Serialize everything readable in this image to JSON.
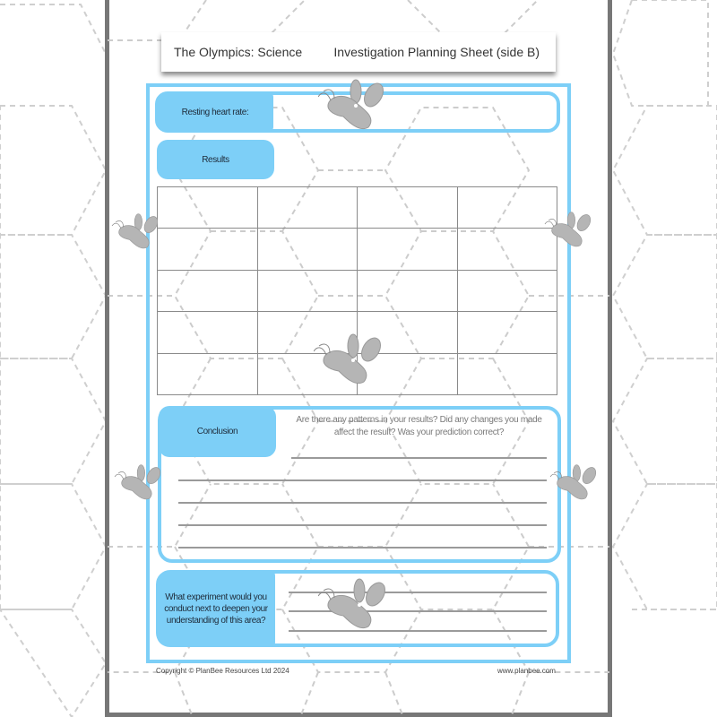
{
  "header": {
    "title_left": "The Olympics: Science",
    "title_right": "Investigation Planning Sheet (side B)"
  },
  "sections": {
    "resting_heart_rate": {
      "label": "Resting heart rate:",
      "value": ""
    },
    "results": {
      "label": "Results",
      "grid": {
        "columns": 4,
        "rows": 5,
        "cells": [
          [
            "",
            "",
            "",
            ""
          ],
          [
            "",
            "",
            "",
            ""
          ],
          [
            "",
            "",
            "",
            ""
          ],
          [
            "",
            "",
            "",
            ""
          ],
          [
            "",
            "",
            "",
            ""
          ]
        ]
      }
    },
    "conclusion": {
      "label": "Conclusion",
      "prompt": "Are there any patterns in your results? Did any changes you made affect the result? Was your prediction correct?",
      "answer_lines": 5
    },
    "next_experiment": {
      "label": "What experiment would you conduct next to deepen your understanding of this area?",
      "answer_lines": 3
    }
  },
  "footer": {
    "copyright": "Copyright © PlanBee Resources Ltd 2024",
    "website": "www.planbee.com"
  },
  "decorations": {
    "icons": [
      "bee-icon",
      "bee-icon",
      "bee-icon",
      "bee-icon",
      "bee-icon",
      "bee-icon",
      "bee-icon"
    ]
  },
  "colors": {
    "accent_blue": "#7dcff7",
    "sheet_border": "#777777",
    "bee_gray": "#b5b5b5",
    "hex_dash": "#c8c8c8"
  }
}
